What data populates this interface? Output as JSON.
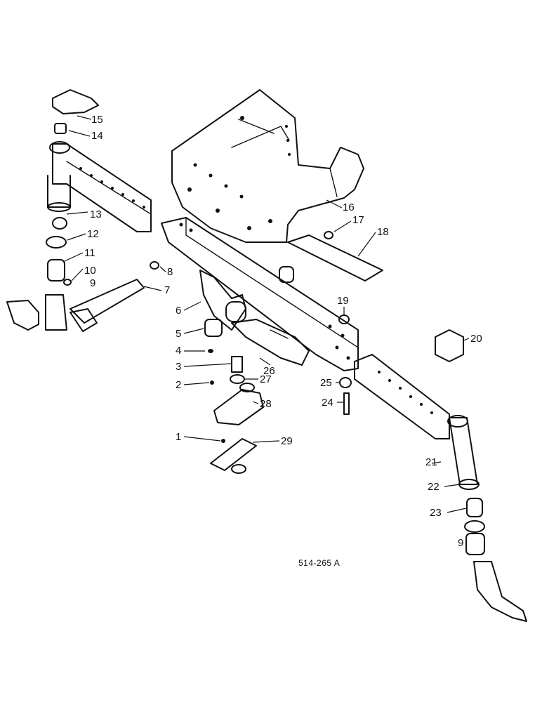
{
  "figure": {
    "reference_code": "514-265 A",
    "callouts": [
      "1",
      "2",
      "3",
      "4",
      "5",
      "6",
      "7",
      "8",
      "9",
      "10",
      "11",
      "12",
      "13",
      "14",
      "15",
      "16",
      "17",
      "18",
      "19",
      "20",
      "21",
      "22",
      "23",
      "24",
      "25",
      "26",
      "27",
      "28",
      "29",
      "9",
      "15",
      "16"
    ]
  },
  "colors": {
    "ink": "#111111",
    "paper": "#ffffff"
  }
}
